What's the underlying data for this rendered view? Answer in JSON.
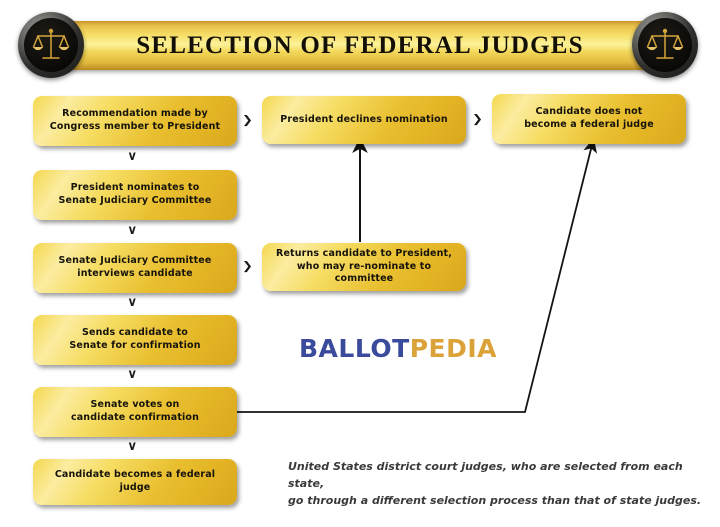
{
  "title": "Selection of Federal Judges",
  "colors": {
    "box_gold_light": "#fbeca0",
    "box_gold_mid": "#f4d84e",
    "box_gold_dark": "#d9a81c",
    "banner_gold": "#fcf29a",
    "text_dark": "#16130c",
    "logo_blue": "#3b4b9c",
    "logo_gold": "#dca23a",
    "connector_black": "#1a1a1a",
    "background": "#ffffff"
  },
  "medallions": [
    {
      "name": "scales-of-justice-left",
      "icon": "scales-icon"
    },
    {
      "name": "scales-of-justice-right",
      "icon": "scales-icon"
    }
  ],
  "flow": {
    "column_left": [
      {
        "id": "rec",
        "label": "Recommendation made by\nCongress member to President"
      },
      {
        "id": "nominate",
        "label": "President nominates to\nSenate Judiciary Committee"
      },
      {
        "id": "interview",
        "label": "Senate Judiciary Committee\ninterviews candidate"
      },
      {
        "id": "sends",
        "label": "Sends candidate to\nSenate for confirmation"
      },
      {
        "id": "votes",
        "label": "Senate votes on\ncandidate confirmation"
      },
      {
        "id": "becomes",
        "label": "Candidate becomes a federal judge"
      }
    ],
    "column_middle": [
      {
        "id": "declines",
        "label": "President declines nomination"
      },
      {
        "id": "returns",
        "label": "Returns candidate to President,\nwho may re-nominate to committee"
      }
    ],
    "column_right": [
      {
        "id": "not-judge",
        "label": "Candidate does not\nbecome a federal judge"
      }
    ]
  },
  "connectors": {
    "chevron_down": "v",
    "chevron_right": "❯",
    "descriptions": [
      "rec -> nominate (down)",
      "nominate -> interview (down)",
      "interview -> sends (down)",
      "sends -> votes (down)",
      "votes -> becomes (down)",
      "rec -> declines (right)",
      "interview -> returns (right)",
      "declines -> not-judge (right)",
      "returns -> declines (up arrow)",
      "votes -> not-judge (right then diagonal up arrow)"
    ]
  },
  "logo": {
    "part1": "BALLOT",
    "part2": "PEDIA"
  },
  "footnote": "United States district court judges, who are selected from each state,\ngo through a different selection process than that of state judges."
}
